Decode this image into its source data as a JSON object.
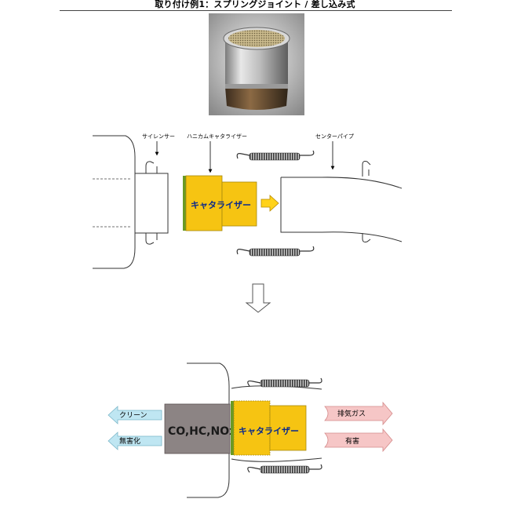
{
  "header": {
    "title": "取り付け例1：スプリングジョイント / 差し込み式"
  },
  "photo": {
    "name": "honeycomb-catalyzer-photo"
  },
  "upper_diagram": {
    "label_silencer": "サイレンサー",
    "label_honeycomb": "ハニカムキャタライザー",
    "label_center_pipe": "センターパイプ",
    "catalyzer_text": "キャタライザー"
  },
  "lower_diagram": {
    "catalyzer_text": "キャタライザー",
    "pollutant_text": "CO,HC,NOx",
    "out_arrow_top": "クリーン",
    "out_arrow_bottom": "無害化",
    "in_arrow_top": "排気ガス",
    "in_arrow_bottom": "有害"
  },
  "colors": {
    "catalyzer_fill": "#f6c412",
    "catalyzer_border": "#6a9a24",
    "out_arrow_fill": "#bfe6f2",
    "in_arrow_fill": "#f6c6c6",
    "pollutant_box": "#8c8484",
    "move_arrow_fill": "#ffd21a"
  }
}
